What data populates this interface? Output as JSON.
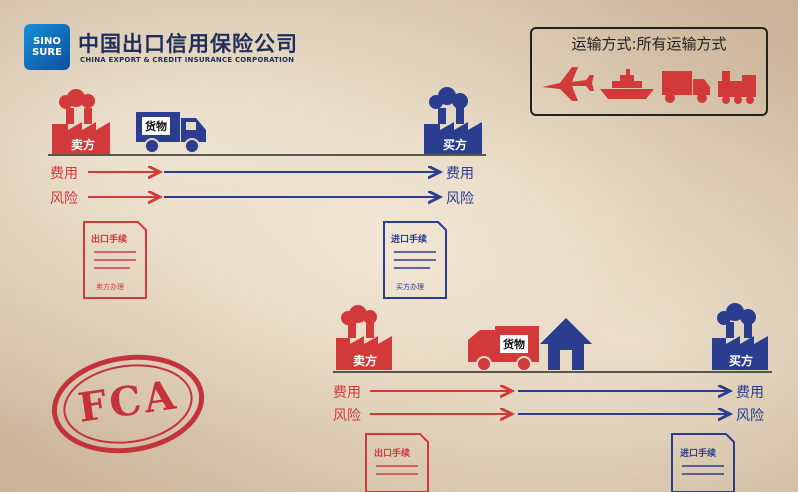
{
  "header": {
    "logo_text": "SINO SURE",
    "company_cn": "中国出口信用保险公司",
    "company_en": "CHINA EXPORT & CREDIT INSURANCE CORPORATION"
  },
  "transport": {
    "title": "运输方式:所有运输方式",
    "icons": [
      "airplane-icon",
      "ship-icon",
      "truck-icon",
      "train-icon"
    ]
  },
  "top_diagram": {
    "seller": "卖方",
    "buyer": "买方",
    "cargo": "货物",
    "cost_label": "费用",
    "risk_label": "风险",
    "export_doc": {
      "title": "出口手续",
      "sign": "卖方办理"
    },
    "import_doc": {
      "title": "进口手续",
      "sign": "买方办理"
    }
  },
  "bottom_diagram": {
    "seller": "卖方",
    "buyer": "买方",
    "cargo": "货物",
    "cost_label": "费用",
    "risk_label": "风险",
    "export_doc": {
      "title": "出口手续"
    },
    "import_doc": {
      "title": "进口手续"
    }
  },
  "stamp": {
    "text": "FCA"
  },
  "colors": {
    "red": "#d23a3a",
    "blue": "#2a3d8f"
  }
}
